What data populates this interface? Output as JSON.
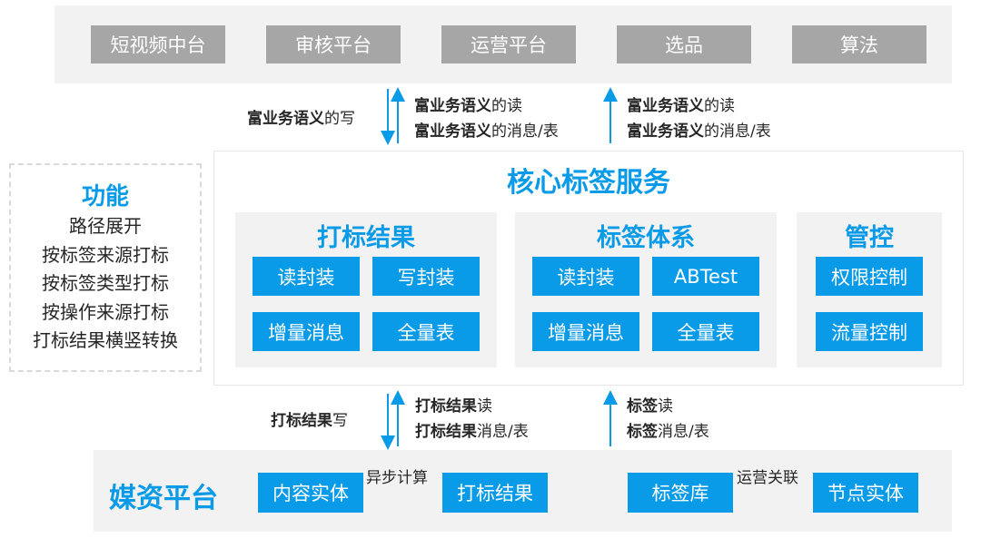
{
  "colors": {
    "accent": "#0a9be8",
    "gray_button": "#a6a6a6",
    "panel_bg": "#f2f2f2",
    "text": "#262626"
  },
  "top_systems": [
    "短视频中台",
    "审核平台",
    "运营平台",
    "选品",
    "算法"
  ],
  "top_interfaces": {
    "left_write": {
      "strong": "富业务语义",
      "suffix": "的写"
    },
    "mid": [
      {
        "strong": "富业务语义",
        "suffix": "的读"
      },
      {
        "strong": "富业务语义",
        "suffix": "的消息/表"
      }
    ],
    "right": [
      {
        "strong": "富业务语义",
        "suffix": "的读"
      },
      {
        "strong": "富业务语义",
        "suffix": "的消息/表"
      }
    ]
  },
  "core_service": {
    "title": "核心标签服务",
    "groups": [
      {
        "title": "打标结果",
        "items": [
          "读封装",
          "写封装",
          "增量消息",
          "全量表"
        ]
      },
      {
        "title": "标签体系",
        "items": [
          "读封装",
          "ABTest",
          "增量消息",
          "全量表"
        ]
      },
      {
        "title": "管控",
        "items": [
          "权限控制",
          "流量控制"
        ]
      }
    ]
  },
  "functions": {
    "title": "功能",
    "items": [
      "路径展开",
      "按标签来源打标",
      "按标签类型打标",
      "按操作来源打标",
      "打标结果横竖转换"
    ]
  },
  "bottom_interfaces": {
    "left_write": {
      "strong": "打标结果",
      "suffix": "写"
    },
    "mid": [
      {
        "strong": "打标结果",
        "suffix": "读"
      },
      {
        "strong": "打标结果",
        "suffix": "消息/表"
      }
    ],
    "right": [
      {
        "strong": "标签",
        "suffix": "读"
      },
      {
        "strong": "标签",
        "suffix": "消息/表"
      }
    ]
  },
  "media_platform": {
    "title": "媒资平台",
    "content_entity": "内容实体",
    "async_compute": "异步计算",
    "tag_result": "打标结果",
    "tag_library": "标签库",
    "ops_link": "运营关联",
    "node_entity": "节点实体"
  }
}
